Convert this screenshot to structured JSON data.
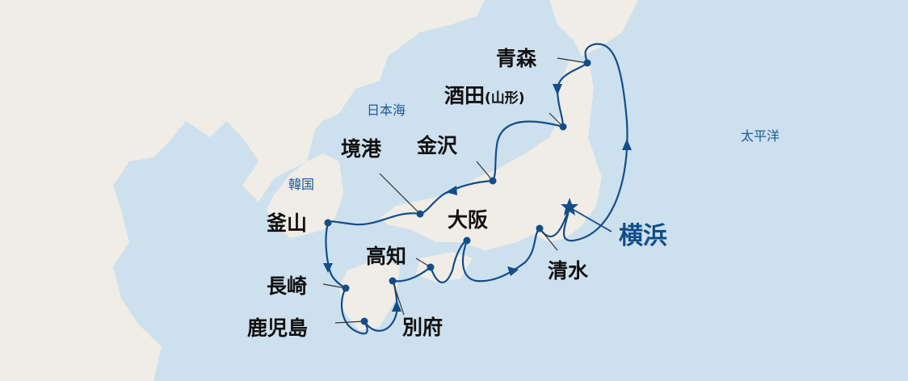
{
  "colors": {
    "sea": "#cde0ee",
    "land": "#f0ede6",
    "route": "#124d8a",
    "home": "#124d8a"
  },
  "seas": {
    "japan_sea": "日本海",
    "pacific": "太平洋",
    "korea": "韓国"
  },
  "ports": {
    "yokohama": "横浜",
    "aomori": "青森",
    "sakata": "酒田",
    "sakata_note": "(山形)",
    "kanazawa": "金沢",
    "sakaiminato": "境港",
    "busan": "釜山",
    "nagasaki": "長崎",
    "kagoshima": "鹿児島",
    "beppu": "別府",
    "kochi": "高知",
    "osaka": "大阪",
    "shimizu": "清水"
  }
}
